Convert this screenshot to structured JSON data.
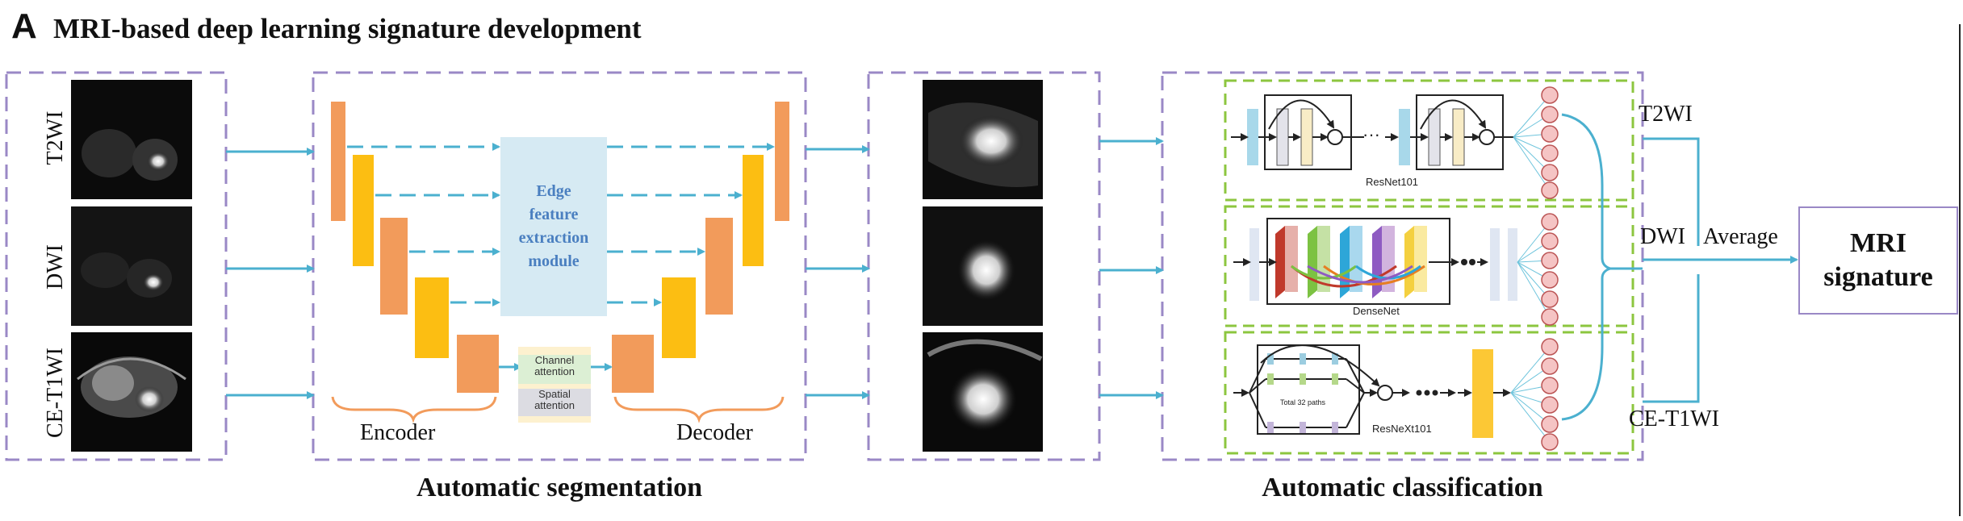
{
  "panel": {
    "letter": "A",
    "title": "MRI-based deep learning signature development"
  },
  "input_scans": [
    "T2WI",
    "DWI",
    "CE-T1WI"
  ],
  "segmentation": {
    "edge_module": [
      "Edge",
      "feature",
      "extraction",
      "module"
    ],
    "channel_attention": [
      "Channel",
      "attention"
    ],
    "spatial_attention": [
      "Spatial",
      "attention"
    ],
    "encoder_label": "Encoder",
    "decoder_label": "Decoder",
    "section_label": "Automatic segmentation"
  },
  "classification": {
    "nets": [
      "ResNet101",
      "DenseNet",
      "ResNeXt101"
    ],
    "resnext_paths": "Total 32 paths",
    "ellipsis": "···",
    "section_label": "Automatic classification"
  },
  "fusion": {
    "modalities": [
      "T2WI",
      "DWI",
      "CE-T1WI"
    ],
    "average_label": "Average",
    "signature": [
      "MRI",
      "signature"
    ]
  },
  "colors": {
    "frame": "#9a88c6",
    "arrow": "#4bb0cf",
    "green_frame": "#8cc63f",
    "orange": "#f29b5b",
    "yellow": "#fcbe12",
    "edge_module": "#d6eaf3",
    "node": "#f5c4c4"
  }
}
